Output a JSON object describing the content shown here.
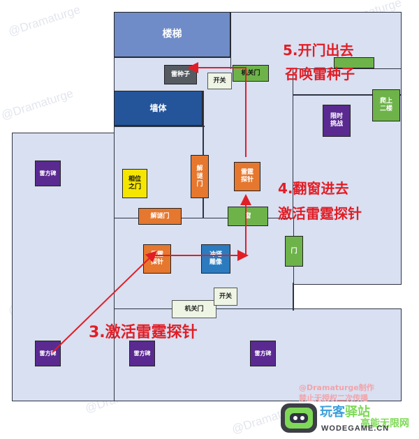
{
  "watermark": "@Dramaturge",
  "rooms": {
    "stairs": "楼梯",
    "wall_block": "墙体"
  },
  "objects": {
    "thunder_stele_top_left": "雷方碑",
    "thunder_stele_bottom_left": "雷方碑",
    "thunder_stele_bottom_mid": "雷方碑",
    "thunder_stele_bottom_right": "雷方碑",
    "thunder_seed": "雷种子",
    "switch_top": "开关",
    "mech_door_top": "机关门",
    "climb_floor2": "爬上\n二楼",
    "timed_challenge": "限时\n挑战",
    "phase_door": "相位\n之门",
    "puzzle_door_vertical": "解\n谜\n门",
    "puzzle_door_horizontal": "解谜门",
    "thunder_probe_upper": "雷霆\n探针",
    "window": "窗",
    "door_right": "门",
    "thunder_probe_lower": "雷霆\n探针",
    "statue": "冲塔\n雕像",
    "mech_door_bottom": "机关门",
    "switch_bottom": "开关"
  },
  "captions": {
    "step5_line1": "5.开门出去",
    "step5_line2": "召唤雷种子",
    "step4_line1": "4.翻窗进去",
    "step4_line2": "激活雷霆探针",
    "step3": "3.激活雷霆探针"
  },
  "credit": {
    "line1": "@Dramaturge制作",
    "line2": "禁止无授权二次传播"
  },
  "logo": {
    "name": "玩客",
    "site": "驿站",
    "tagline": "高能无限网",
    "domain": "WODEGAME.CN"
  },
  "colors": {
    "room_fill": "#d8e0f2",
    "route_arrow": "#e11e26",
    "caption": "#e11e26",
    "stele": "#5a2a91",
    "probe": "#e6772e",
    "switch": "#6db34a"
  }
}
